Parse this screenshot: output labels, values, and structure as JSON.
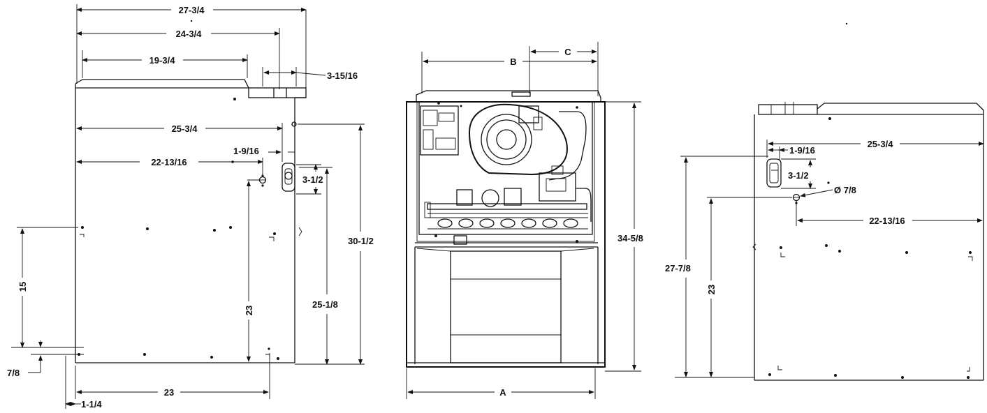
{
  "left_view": {
    "dims": {
      "top_width": "27-3/4",
      "to_flue": "24-3/4",
      "top_panel": "19-3/4",
      "flue_width": "3-15/16",
      "to_upper_hole": "25-3/4",
      "knockout_width": "1-9/16",
      "to_gas_hole": "22-13/16",
      "knockout_height": "3-1/2",
      "upper_hole_height": "30-1/2",
      "gas_height": "23",
      "knockout_bottom_height": "25-1/8",
      "left_hole_height": "15",
      "bottom_offset": "7/8",
      "bottom_width": "23",
      "left_offset": "1-1/4"
    }
  },
  "front_view": {
    "dims": {
      "width": "A",
      "inner_width": "B",
      "flue_offset": "C",
      "height": "34-5/8"
    }
  },
  "right_view": {
    "dims": {
      "to_gas_knockout": "25-3/4",
      "knockout_width": "1-9/16",
      "knockout_height": "3-1/2",
      "hole_diameter": "Ø 7/8",
      "to_gas_hole": "22-13/16",
      "gas_height": "27-7/8",
      "gas_hole_height": "23"
    }
  }
}
